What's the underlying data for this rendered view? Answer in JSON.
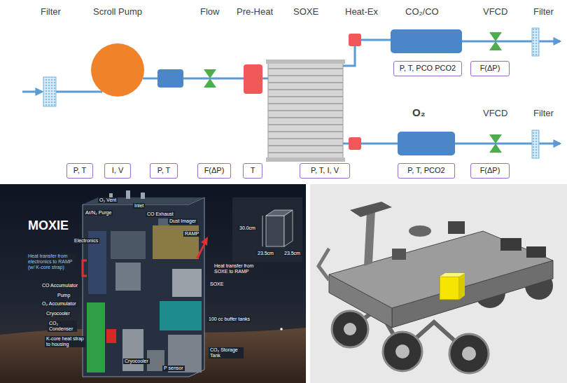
{
  "diagram": {
    "nodes": [
      {
        "text": [
          "P, T, PCO PCO2"
        ]
      },
      {
        "text": [
          "F(ΔP)"
        ]
      },
      {
        "text": [
          "P, T"
        ]
      },
      {
        "text": [
          "I, V"
        ]
      },
      {
        "text": [
          "P, T"
        ]
      },
      {
        "text": [
          "F(ΔP)"
        ]
      },
      {
        "text": [
          "T"
        ]
      },
      {
        "text": [
          "P, T, I, V"
        ]
      },
      {
        "text": [
          "P, T, PCO2"
        ]
      },
      {
        "text": [
          "F(ΔP)"
        ]
      }
    ],
    "labels": [
      "Filter",
      "Scroll Pump",
      "Flow",
      "Pre-Heat",
      "SOXE",
      "Heat-Ex",
      "CO₂/CO",
      "VFCD",
      "Filter",
      "O₂",
      "VFCD",
      "Filter",
      "MOXIE",
      "O₂ Vent",
      "Inlet",
      "CO Exhaust",
      "Ar/N₂ Purge",
      "Electronics",
      "Dust Imager",
      "RAMP",
      "Heat transfer from electronics to RAMP (w/ K-core strap)",
      "CO Accumulator",
      "Pump",
      "O₂ Accumulator",
      "Cryocooler",
      "CO₂ Condenser",
      "K-core heat strap to housing",
      "Cryocooler",
      "P sensor",
      "CO₂ Storage Tank",
      "100 cc buffer tanks",
      "SOXE",
      "Heat transfer from SOXE to RAMP",
      "30.0cm",
      "23.5cm",
      "23.5cm"
    ]
  }
}
